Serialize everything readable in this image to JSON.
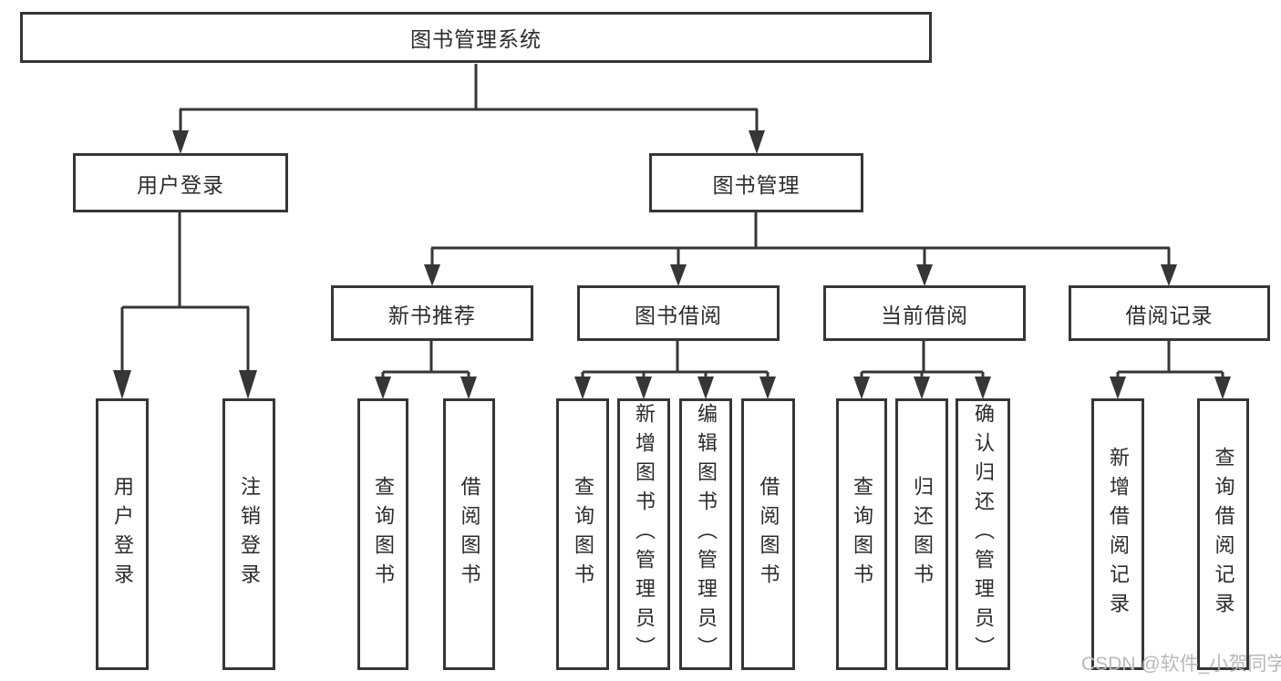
{
  "colors": {
    "line": "#363636",
    "box_border": "#363636",
    "text": "#2b2b2b",
    "watermark": "#b9b9b9",
    "background": "#ffffff"
  },
  "watermark": "CSDN @软件_小贺同学",
  "tree": {
    "root": {
      "label": "图书管理系统"
    },
    "branches": [
      {
        "label": "用户登录",
        "children": [
          {
            "label": "用户登录"
          },
          {
            "label": "注销登录"
          }
        ]
      },
      {
        "label": "图书管理",
        "children": [
          {
            "label": "新书推荐",
            "children": [
              {
                "label": "查询图书"
              },
              {
                "label": "借阅图书"
              }
            ]
          },
          {
            "label": "图书借阅",
            "children": [
              {
                "label": "查询图书"
              },
              {
                "label": "新增图书（管理员）"
              },
              {
                "label": "编辑图书（管理员）"
              },
              {
                "label": "借阅图书"
              }
            ]
          },
          {
            "label": "当前借阅",
            "children": [
              {
                "label": "查询图书"
              },
              {
                "label": "归还图书"
              },
              {
                "label": "确认归还（管理员）"
              }
            ]
          },
          {
            "label": "借阅记录",
            "children": [
              {
                "label": "新增借阅记录"
              },
              {
                "label": "查询借阅记录"
              }
            ]
          }
        ]
      }
    ]
  }
}
